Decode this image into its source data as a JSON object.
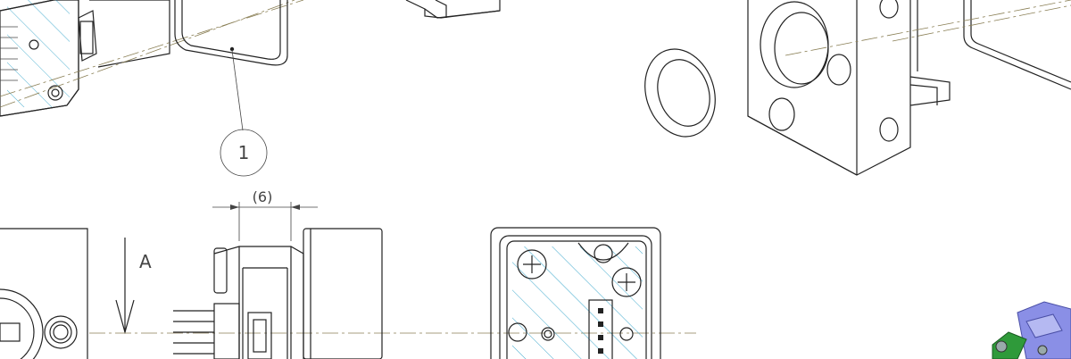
{
  "drawing": {
    "balloon_number": "1",
    "dimension_label": "(6)",
    "section_label": "A"
  },
  "colors": {
    "line": "#222222",
    "hatch": "#2aa0c8",
    "centerline": "#8a7f55",
    "model_blue": "#8a8fe6",
    "model_green": "#2f9a3a"
  }
}
